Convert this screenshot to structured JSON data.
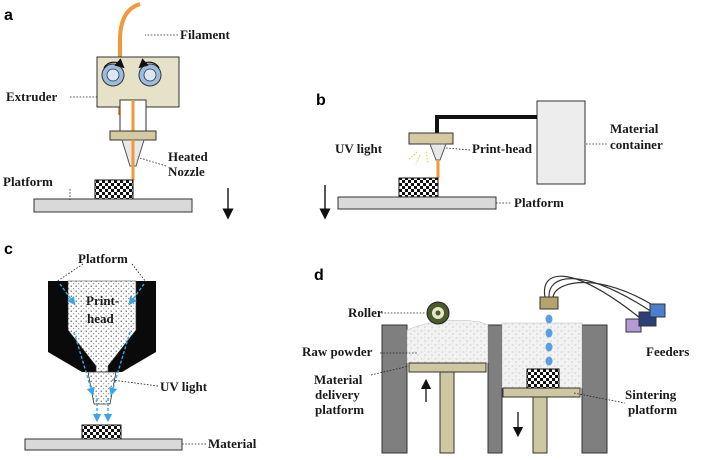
{
  "panels": {
    "a": {
      "letter": "a",
      "labels": {
        "filament": "Filament",
        "extruder": "Extruder",
        "heated": "Heated",
        "nozzle": "Nozzle",
        "platform": "Platform"
      }
    },
    "b": {
      "letter": "b",
      "labels": {
        "uv_light": "UV light",
        "print_head": "Print-head",
        "material": "Material",
        "container": "container",
        "platform": "Platform"
      }
    },
    "c": {
      "letter": "c",
      "labels": {
        "platform": "Platform",
        "print": "Print-",
        "head": "head",
        "uv_light": "UV light",
        "material": "Material"
      }
    },
    "d": {
      "letter": "d",
      "labels": {
        "roller": "Roller",
        "raw_powder": "Raw powder",
        "material": "Material",
        "delivery": "delivery",
        "platform": "platform",
        "feeders": "Feeders",
        "sintering": "Sintering",
        "sintering_platform": "platform"
      }
    }
  },
  "colors": {
    "filament": "#f0983a",
    "extruder_body": "#e6e2c8",
    "roller_blue": "#9bbbe0",
    "platform_gray": "#d9d9d9",
    "head_tan": "#d4c9a0",
    "uv_blue": "#3aa6e8",
    "wall_gray": "#7f7f7f",
    "support_tan": "#cdc7a2",
    "feeder_blue": "#4a7fd0",
    "feeder_navy": "#2a3f7a",
    "feeder_purple": "#b29ad6",
    "roller_green": "#4a5a2a"
  }
}
